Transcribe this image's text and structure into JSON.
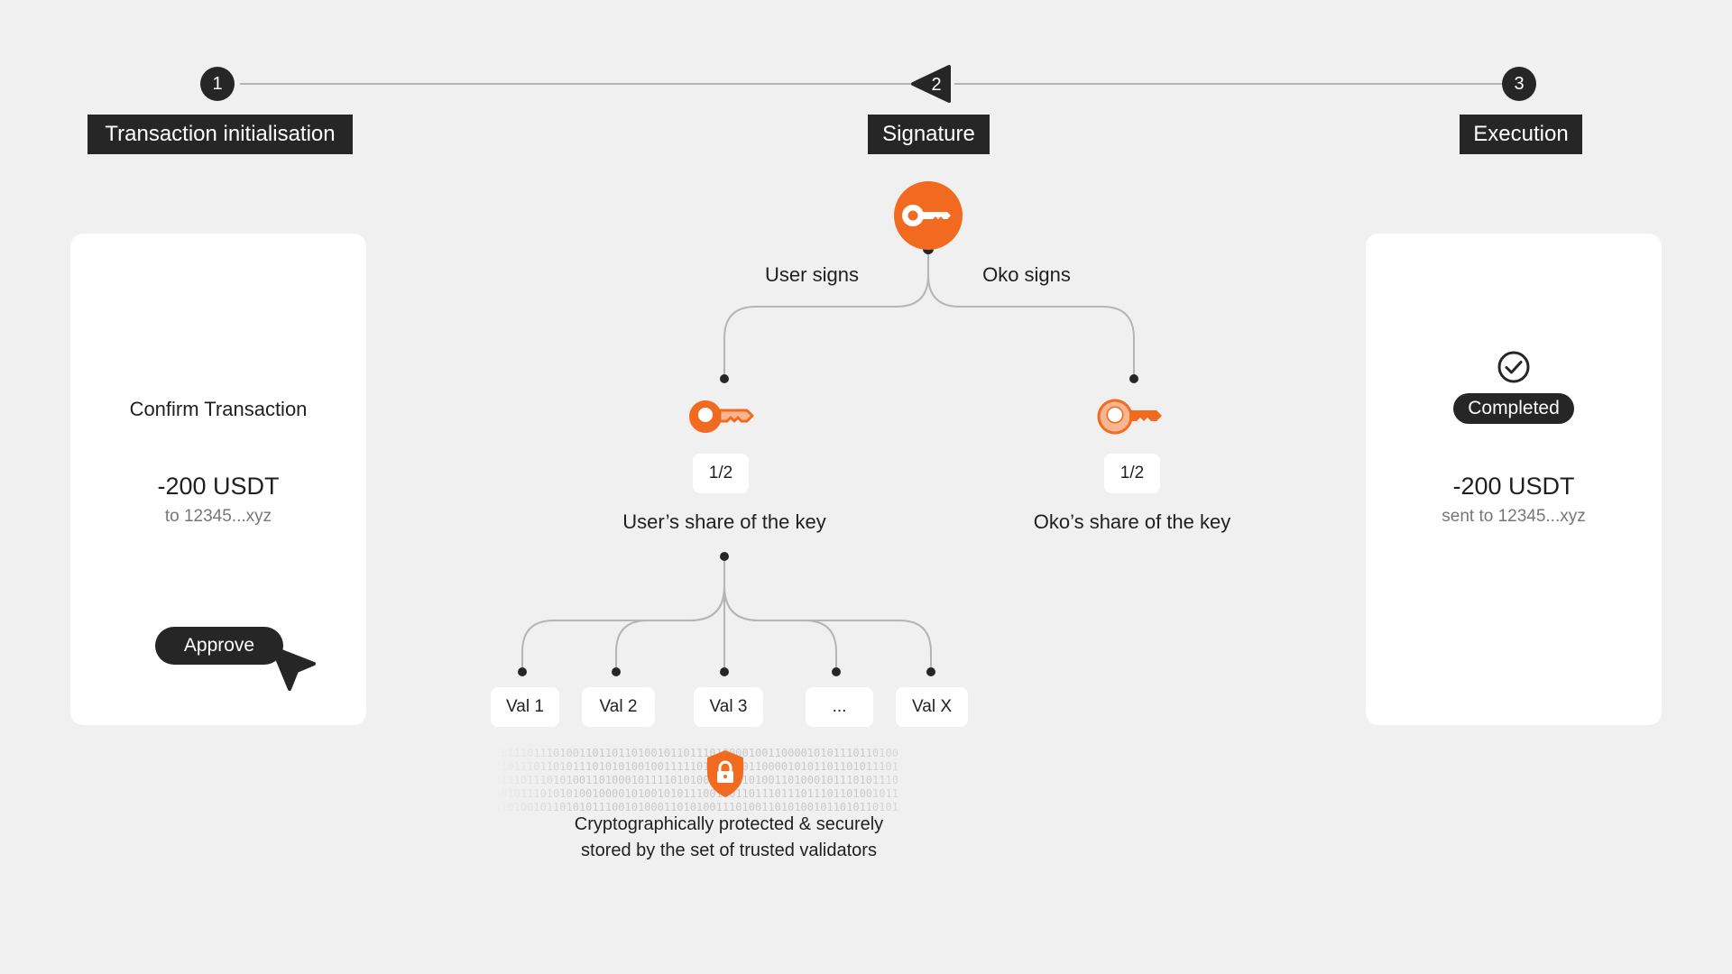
{
  "steps": [
    {
      "number": "1",
      "label": "Transaction initialisation"
    },
    {
      "number": "2",
      "label": "Signature"
    },
    {
      "number": "3",
      "label": "Execution"
    }
  ],
  "left_card": {
    "title": "Confirm Transaction",
    "amount": "-200 USDT",
    "recipient": "to 12345...xyz",
    "button": "Approve"
  },
  "right_card": {
    "status": "Completed",
    "amount": "-200 USDT",
    "recipient": "sent to 12345...xyz"
  },
  "signature": {
    "user_branch": "User signs",
    "oko_branch": "Oko signs",
    "user_share_fraction": "1/2",
    "oko_share_fraction": "1/2",
    "user_share_label": "User’s share of the key",
    "oko_share_label": "Oko’s share of the key",
    "validators": [
      "Val 1",
      "Val 2",
      "Val 3",
      "...",
      "Val X"
    ],
    "protection_line1": "Cryptographically protected & securely",
    "protection_line2": "stored by the set of trusted validators",
    "binary_rows": [
      "10111011101001101101101001011011101000010011000010101110110100",
      "11011101101011101010100100111110110001011000010101101101011101",
      "01110111010100110100010111101010001101101001101000101110101110",
      "10101110101010010000101001010111001001101110111011101101001011",
      "11010010110101011100101000110101001110100110101001011010110101"
    ]
  },
  "colors": {
    "accent": "#f26a1f",
    "dark": "#262626",
    "background": "#f0f0f0",
    "line": "#b5b5b5"
  },
  "icons": {
    "main_key": "key-icon",
    "share_key": "half-key-icon",
    "lock": "shield-lock-icon",
    "check": "check-circle-icon",
    "cursor": "cursor-arrow-icon"
  }
}
